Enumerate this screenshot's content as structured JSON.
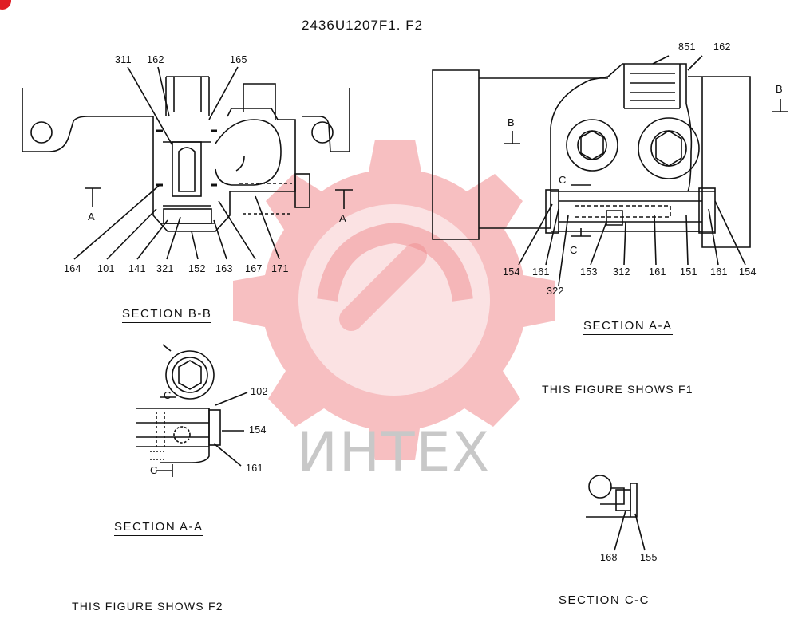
{
  "title": "2436U1207F1. F2",
  "watermark": {
    "text": "ИНТЕХ",
    "color": "#f08a8e"
  },
  "section_bb": {
    "top_labels": [
      "311",
      "162",
      "165"
    ],
    "bottom_labels": [
      "164",
      "101",
      "141",
      "321",
      "152",
      "163",
      "167",
      "171"
    ],
    "cut_marks": [
      "A",
      "A"
    ],
    "caption": "SECTION B-B"
  },
  "section_aa_f1": {
    "top_labels": [
      "851",
      "162"
    ],
    "bottom_labels": [
      "154",
      "161",
      "153",
      "312",
      "161",
      "151",
      "161",
      "154"
    ],
    "extra_label": "322",
    "cut_marks": [
      "B",
      "B",
      "C",
      "C"
    ],
    "caption": "SECTION A-A",
    "note": "THIS FIGURE SHOWS   F1"
  },
  "section_aa_f2": {
    "labels": [
      "102",
      "154",
      "161"
    ],
    "cut_marks": [
      "C",
      "C"
    ],
    "caption": "SECTION A-A",
    "note": "THIS FIGURE SHOWS   F2"
  },
  "section_cc": {
    "labels": [
      "168",
      "155"
    ],
    "caption": "SECTION C-C"
  }
}
